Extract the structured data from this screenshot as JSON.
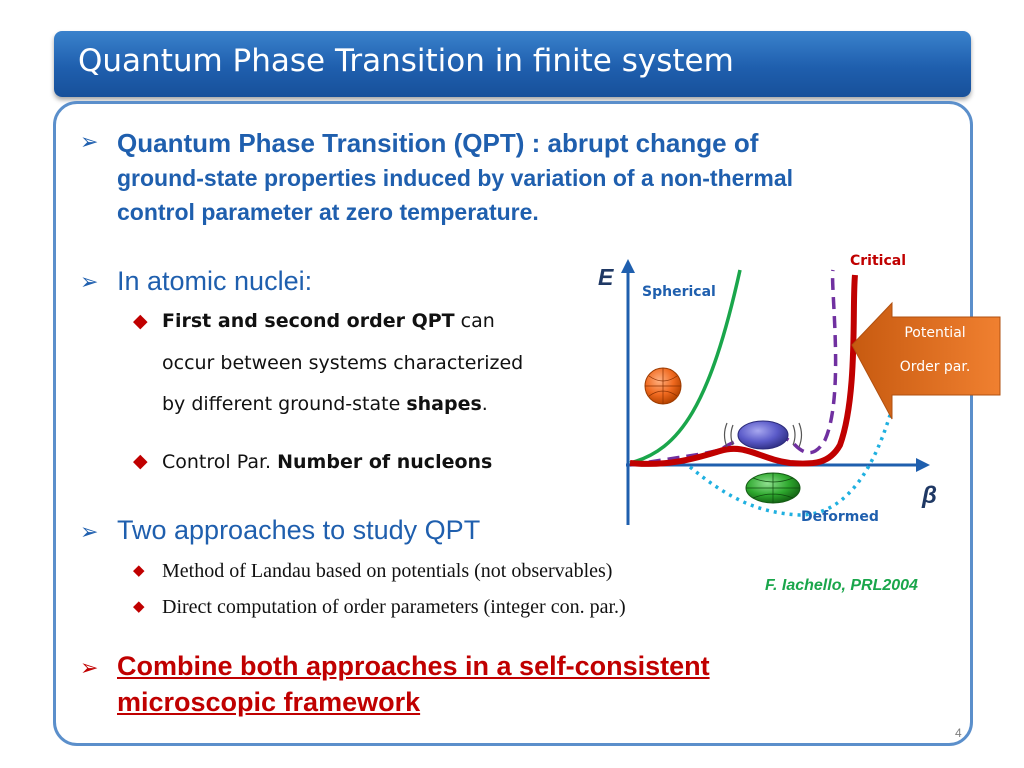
{
  "title": "Quantum Phase Transition in finite system",
  "bullets": {
    "qpt_line1": "Quantum Phase Transition (QPT) : abrupt change of",
    "qpt_line2": "ground-state properties induced by variation of a non-thermal",
    "qpt_line3": "control parameter at zero temperature.",
    "nuclei_heading": "In atomic nuclei:",
    "sub1_bold": "First and second order QPT",
    "sub1_rest": " can",
    "sub1_line2": "occur between systems characterized",
    "sub1_line3_pre": "by different ground-state ",
    "sub1_line3_bold": "shapes",
    "sub1_line3_post": ".",
    "sub2_pre": "Control Par.  ",
    "sub2_bold": "Number of nucleons",
    "approaches_heading": "Two approaches to study QPT",
    "approach1": "Method of Landau based on potentials (not observables)",
    "approach2": "Direct computation of order parameters (integer con. par.)",
    "combine_line1": "Combine both approaches in a self-consistent",
    "combine_line2": "microscopic framework"
  },
  "figure": {
    "axis_e": "E",
    "axis_beta": "β",
    "label_spherical": "Spherical",
    "label_critical": "Critical",
    "label_deformed": "Deformed",
    "arrow_line1": "Potential",
    "arrow_line2": "Order par.",
    "citation": "F. Iachello, PRL2004",
    "colors": {
      "spherical": "#1aa64b",
      "critical": "#c00000",
      "dashed": "#7030a0",
      "deformed": "#1fb0e0",
      "arrow": "#e46c0a",
      "axis": "#1f5fae"
    }
  },
  "page_number": "4"
}
